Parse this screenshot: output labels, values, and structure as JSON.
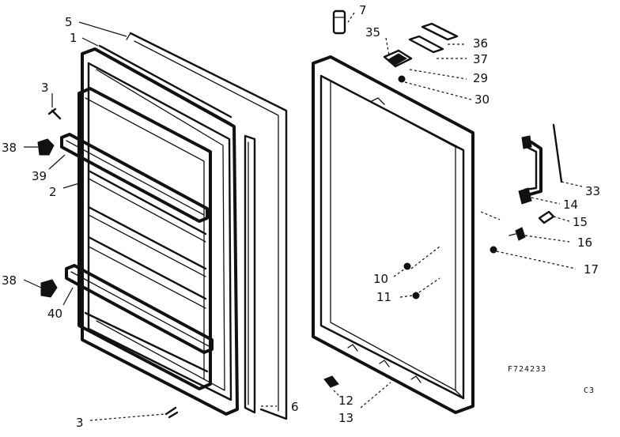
{
  "callouts": {
    "c5": "5",
    "c1": "1",
    "c3a": "3",
    "c38a": "38",
    "c39": "39",
    "c2": "2",
    "c38b": "38",
    "c40": "40",
    "c3b": "3",
    "c6": "6",
    "c7": "7",
    "c35": "35",
    "c36": "36",
    "c37": "37",
    "c29": "29",
    "c30": "30",
    "c33": "33",
    "c14": "14",
    "c15": "15",
    "c16": "16",
    "c17": "17",
    "c10": "10",
    "c11": "11",
    "c12": "12",
    "c13": "13"
  },
  "figure_id": "F724233",
  "page_tag": "C3"
}
